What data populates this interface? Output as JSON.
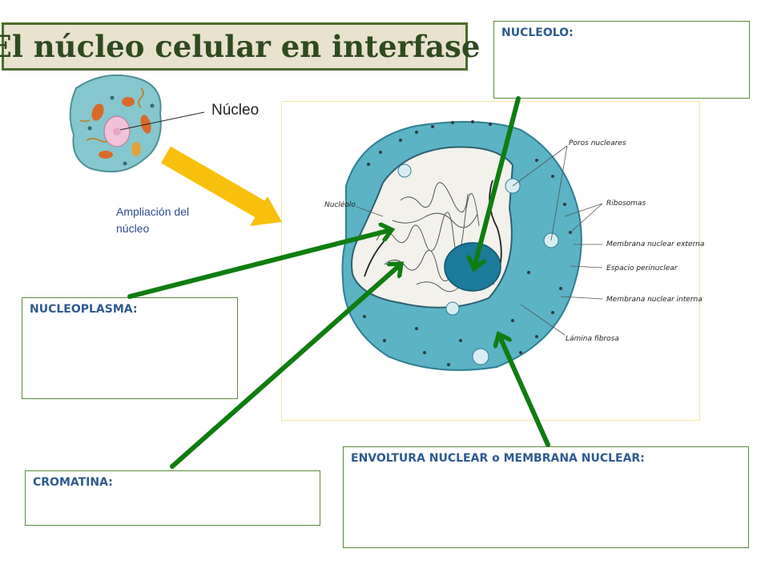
{
  "title": "El núcleo celular en interfase",
  "cell_label": "Núcleo",
  "zoom_label": "Ampliación del núcleo",
  "boxes": {
    "nucleolo": "NUCLEOLO:",
    "nucleoplasma": "NUCLEOPLASMA:",
    "cromatina": "CROMATINA:",
    "envoltura": "ENVOLTURA NUCLEAR o MEMBRANA NUCLEAR:"
  },
  "diagram_labels": {
    "poros": "Poros nucleares",
    "ribosomas": "Ribosomas",
    "membrana_externa": "Membrana nuclear externa",
    "espacio": "Espacio perinuclear",
    "membrana_interna": "Membrana nuclear interna",
    "lamina": "Lámina fibrosa",
    "nucleolo": "Nucléolo"
  },
  "colors": {
    "arrow_green": "#0f7d10",
    "yellow_arrow": "#f8c00c",
    "envelope_teal": "#5bb3c4",
    "nucleolus_blue": "#1c7a9a",
    "title_border": "#4b6b2a",
    "label_blue": "#2e5a92"
  }
}
